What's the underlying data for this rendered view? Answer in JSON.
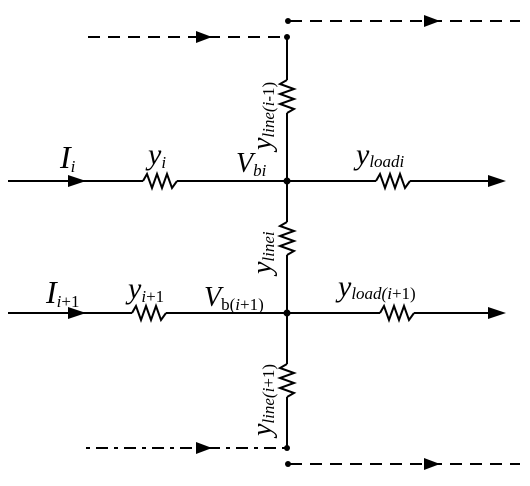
{
  "labels": {
    "current_i": {
      "main": "I",
      "sub": "i"
    },
    "current_i1": {
      "main": "I",
      "sub_a": "i",
      "sub_b": "+1"
    },
    "admittance_i": {
      "main": "y",
      "sub": "i"
    },
    "admittance_i1": {
      "main": "y",
      "sub_a": "i",
      "sub_b": "+1"
    },
    "voltage_bi": {
      "main": "V",
      "sub": "bi"
    },
    "voltage_bi1": {
      "main": "V",
      "sub_a": "b(",
      "sub_b": "i",
      "sub_c": "+1)"
    },
    "load_i": {
      "main": "y",
      "sub": "loadi"
    },
    "load_i1": {
      "main": "y",
      "sub_a": "load(",
      "sub_b": "i",
      "sub_c": "+1)"
    },
    "line_im1": {
      "main": "y",
      "sub_a": "line(",
      "sub_b": "i",
      "sub_c": "-1)"
    },
    "line_i": {
      "main": "y",
      "sub": "linei"
    },
    "line_ip1": {
      "main": "y",
      "sub_a": "line(",
      "sub_b": "i",
      "sub_c": "+1)"
    }
  },
  "colors": {
    "stroke": "#000000",
    "background": "#ffffff"
  }
}
